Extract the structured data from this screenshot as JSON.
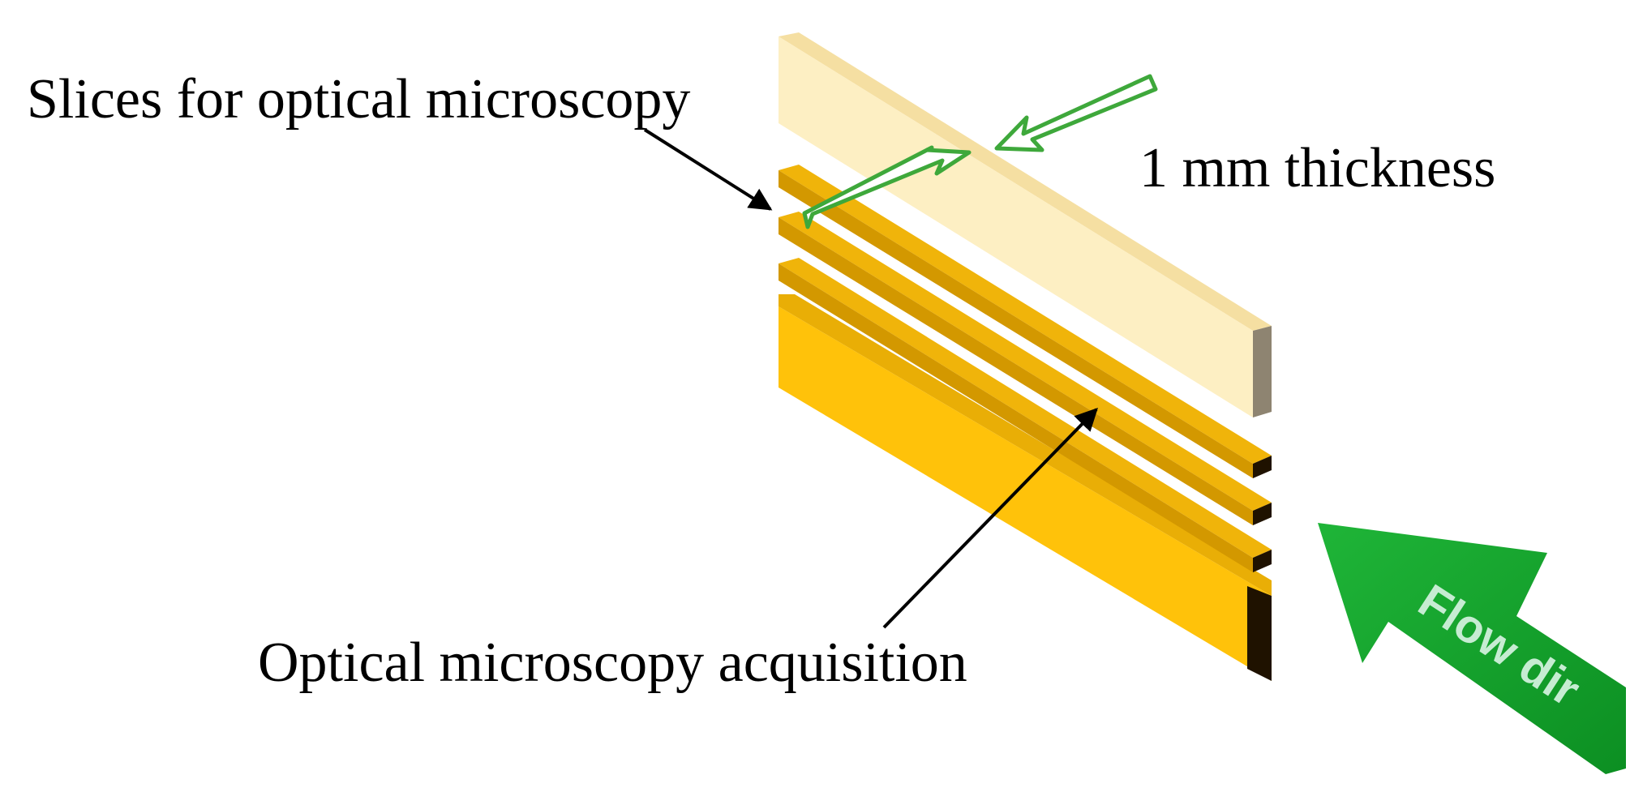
{
  "labels": {
    "slices_for_optical": "Slices for optical microscopy",
    "thickness": "1 mm thickness",
    "optical_acquisition": "Optical microscopy acquisition",
    "flow_direction": "Flow dir"
  },
  "colors": {
    "top_slab_face": "#fdeebf",
    "top_slab_top": "#f7e2a8",
    "top_slab_end": "#8e8471",
    "thin_slice_top": "#e9ab05",
    "thin_slice_face": "#d89c00",
    "bottom_block_face": "#ffc20a",
    "bottom_block_top": "#eab20a",
    "slot_dark": "#1f1200",
    "green_arrow": "#3ea83b",
    "flow_arrow": "#17a32e",
    "flow_text": "#c6ecd2"
  },
  "icons": {
    "thickness_arrows": "double-outline-arrows-icon",
    "flow_arrow": "large-green-arrow-icon",
    "leader_arrows": "black-pointer-arrow-icon"
  }
}
